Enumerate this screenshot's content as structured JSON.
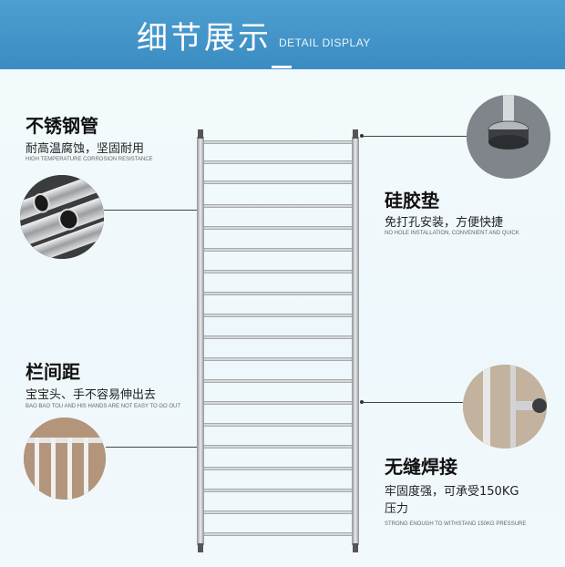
{
  "header": {
    "title": "细节展示",
    "subtitle": "DETAIL DISPLAY"
  },
  "features": {
    "steel": {
      "title": "不锈钢管",
      "desc": "耐高温腐蚀，坚固耐用",
      "en": "HIGH TEMPERATURE CORROSION RESISTANCE"
    },
    "silicone": {
      "title": "硅胶垫",
      "desc": "免打孔安装，方便快捷",
      "en": "NO HOLE INSTALLATION, CONVENIENT AND QUICK"
    },
    "spacing": {
      "title": "栏间距",
      "desc": "宝宝头、手不容易伸出去",
      "en": "BAO BAO TOU AND HIS HANDS ARE NOT EASY TO GO OUT"
    },
    "weld": {
      "title": "无缝焊接",
      "desc_line1": "牢固度强，可承受150KG",
      "desc_line2": "压力",
      "en": "STRONG ENOUGH TO WITHSTAND 150KG PRESSURE"
    }
  },
  "colors": {
    "header": "#3b8cc2",
    "background": "#eef7fb",
    "steel": "#b9bcc0"
  }
}
